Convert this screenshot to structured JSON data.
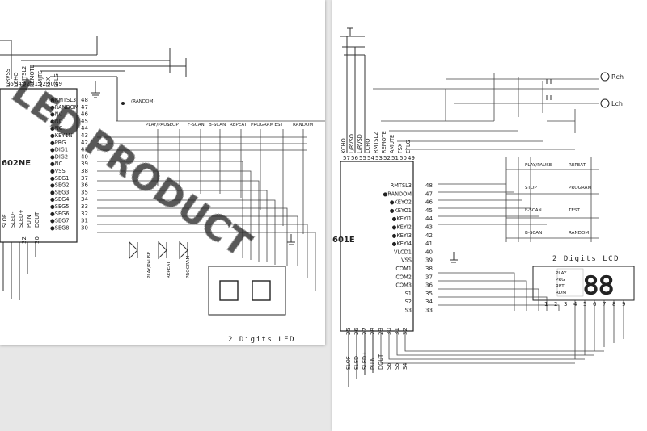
{
  "left_page": {
    "chip_label": "602NE",
    "top_pins": [
      {
        "label": "L/RVSS",
        "num": "35"
      },
      {
        "label": "LCHO",
        "num": "54"
      },
      {
        "label": "RMTSL2",
        "num": "52"
      },
      {
        "label": "REMOTE",
        "num": "51"
      },
      {
        "label": "AMJTE",
        "num": "52"
      },
      {
        "label": "FSX",
        "num": "50"
      },
      {
        "label": "EFLG",
        "num": "49"
      }
    ],
    "right_pins": [
      {
        "label": "RMTSL3",
        "num": "48"
      },
      {
        "label": "RANDOM",
        "num": "47"
      },
      {
        "label": "NC",
        "num": "46"
      },
      {
        "label": "NC",
        "num": "45"
      },
      {
        "label": "NC",
        "num": "44"
      },
      {
        "label": "KEY1N",
        "num": "43"
      },
      {
        "label": "PRG",
        "num": "42"
      },
      {
        "label": "DIG1",
        "num": "41"
      },
      {
        "label": "DIG2",
        "num": "40"
      },
      {
        "label": "NC",
        "num": "39"
      },
      {
        "label": "VSS",
        "num": "38"
      },
      {
        "label": "SEG1",
        "num": "37"
      },
      {
        "label": "SEG2",
        "num": "36"
      },
      {
        "label": "SEG3",
        "num": "35"
      },
      {
        "label": "SEG4",
        "num": "34"
      },
      {
        "label": "SEG5",
        "num": "33"
      },
      {
        "label": "SEG6",
        "num": "32"
      },
      {
        "label": "SEG7",
        "num": "31"
      },
      {
        "label": "SEG8",
        "num": "30"
      }
    ],
    "bottom_pins": [
      "SLOF",
      "SLED-",
      "SLED+",
      "PUIN",
      "DOUT"
    ],
    "bottom_nums": [
      "32",
      "30"
    ],
    "switches": [
      "PLAY/PAUSE",
      "STOP",
      "F-SCAN",
      "B-SCAN",
      "REPEAT",
      "PROGRAM",
      "TEST",
      "RANDOM"
    ],
    "led_labels": [
      "PLAY/PAUSE",
      "REPEAT",
      "PROGRAM"
    ],
    "top_small_label": "(RANDOM)",
    "display_title": "2 Digits  LED",
    "watermark": "LED PRODUCT"
  },
  "right_page": {
    "chip_label": "601E",
    "top_pins": [
      {
        "label": "KCHO",
        "num": "57"
      },
      {
        "label": "L/RVSO",
        "num": "56"
      },
      {
        "label": "L/RVSD",
        "num": "55"
      },
      {
        "label": "LCHO",
        "num": "54"
      },
      {
        "label": "RMTSL2",
        "num": "53"
      },
      {
        "label": "REMOTE",
        "num": "52"
      },
      {
        "label": "AMUTE",
        "num": "51"
      },
      {
        "label": "FSX",
        "num": "50"
      },
      {
        "label": "EFLG",
        "num": "49"
      }
    ],
    "right_pins": [
      {
        "label": "RMTSL3",
        "num": "48"
      },
      {
        "label": "RANDOM",
        "num": "47"
      },
      {
        "label": "KEYO2",
        "num": "46"
      },
      {
        "label": "KEYO1",
        "num": "45"
      },
      {
        "label": "KEYI1",
        "num": "44"
      },
      {
        "label": "KEYI2",
        "num": "43"
      },
      {
        "label": "KEYI3",
        "num": "42"
      },
      {
        "label": "KEYI4",
        "num": "41"
      },
      {
        "label": "VLCD1",
        "num": "40"
      },
      {
        "label": "VSS",
        "num": "39"
      },
      {
        "label": "COM1",
        "num": "38"
      },
      {
        "label": "COM2",
        "num": "37"
      },
      {
        "label": "COM3",
        "num": "36"
      },
      {
        "label": "S1",
        "num": "35"
      },
      {
        "label": "S2",
        "num": "34"
      },
      {
        "label": "S3",
        "num": "33"
      }
    ],
    "bottom_pins": [
      {
        "label": "SLOF",
        "num": "25"
      },
      {
        "label": "SLED-",
        "num": "26"
      },
      {
        "label": "SLED+",
        "num": "27"
      },
      {
        "label": "PUIN",
        "num": "28"
      },
      {
        "label": "DOUT",
        "num": "29"
      },
      {
        "label": "S6",
        "num": "30"
      },
      {
        "label": "S5",
        "num": "31"
      },
      {
        "label": "S4",
        "num": "32"
      }
    ],
    "switches": [
      {
        "label": "PLAY/PAUSE"
      },
      {
        "label": "REPEAT"
      },
      {
        "label": "STOP"
      },
      {
        "label": "PROGRAM"
      },
      {
        "label": "F-SCAN"
      },
      {
        "label": "TEST"
      },
      {
        "label": "B-SCAN"
      },
      {
        "label": "RANDOM"
      }
    ],
    "outputs": [
      "Rch",
      "Lch"
    ],
    "display_title": "2 Digits  LCD",
    "lcd_labels": [
      "PLAY",
      "PRG",
      "RPT",
      "RDM"
    ],
    "lcd_digits": "88",
    "lcd_pins": [
      "1",
      "2",
      "3",
      "4",
      "5",
      "6",
      "7",
      "8",
      "9"
    ]
  }
}
